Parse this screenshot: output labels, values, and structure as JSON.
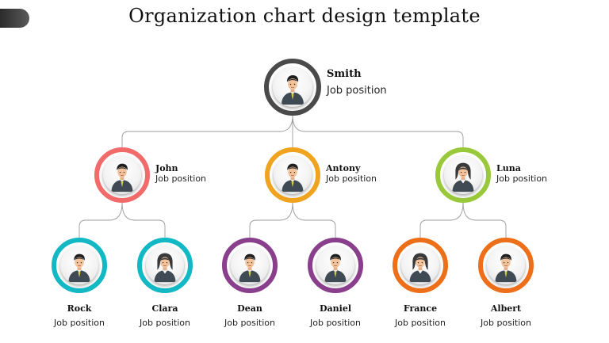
{
  "title": "Organization chart design template",
  "nodes": [
    {
      "id": "smith",
      "name": "Smith",
      "role": "Job position",
      "color": "#4a4a4a",
      "gender": "male"
    },
    {
      "id": "john",
      "name": "John",
      "role": "Job position",
      "color": "#f26b6b",
      "gender": "male"
    },
    {
      "id": "antony",
      "name": "Antony",
      "role": "Job position",
      "color": "#f0a31e",
      "gender": "male"
    },
    {
      "id": "luna",
      "name": "Luna",
      "role": "Job position",
      "color": "#99c93b",
      "gender": "female"
    },
    {
      "id": "rock",
      "name": "Rock",
      "role": "Job position",
      "color": "#12b8c4",
      "gender": "male"
    },
    {
      "id": "clara",
      "name": "Clara",
      "role": "Job position",
      "color": "#12b8c4",
      "gender": "female"
    },
    {
      "id": "dean",
      "name": "Dean",
      "role": "Job position",
      "color": "#8a3f8c",
      "gender": "male"
    },
    {
      "id": "daniel",
      "name": "Daniel",
      "role": "Job position",
      "color": "#8a3f8c",
      "gender": "male"
    },
    {
      "id": "france",
      "name": "France",
      "role": "Job position",
      "color": "#ee6f1a",
      "gender": "female"
    },
    {
      "id": "albert",
      "name": "Albert",
      "role": "Job position",
      "color": "#ee6f1a",
      "gender": "male"
    }
  ],
  "edges": [
    [
      "smith",
      "john"
    ],
    [
      "smith",
      "antony"
    ],
    [
      "smith",
      "luna"
    ],
    [
      "john",
      "rock"
    ],
    [
      "john",
      "clara"
    ],
    [
      "antony",
      "dean"
    ],
    [
      "antony",
      "daniel"
    ],
    [
      "luna",
      "france"
    ],
    [
      "luna",
      "albert"
    ]
  ]
}
